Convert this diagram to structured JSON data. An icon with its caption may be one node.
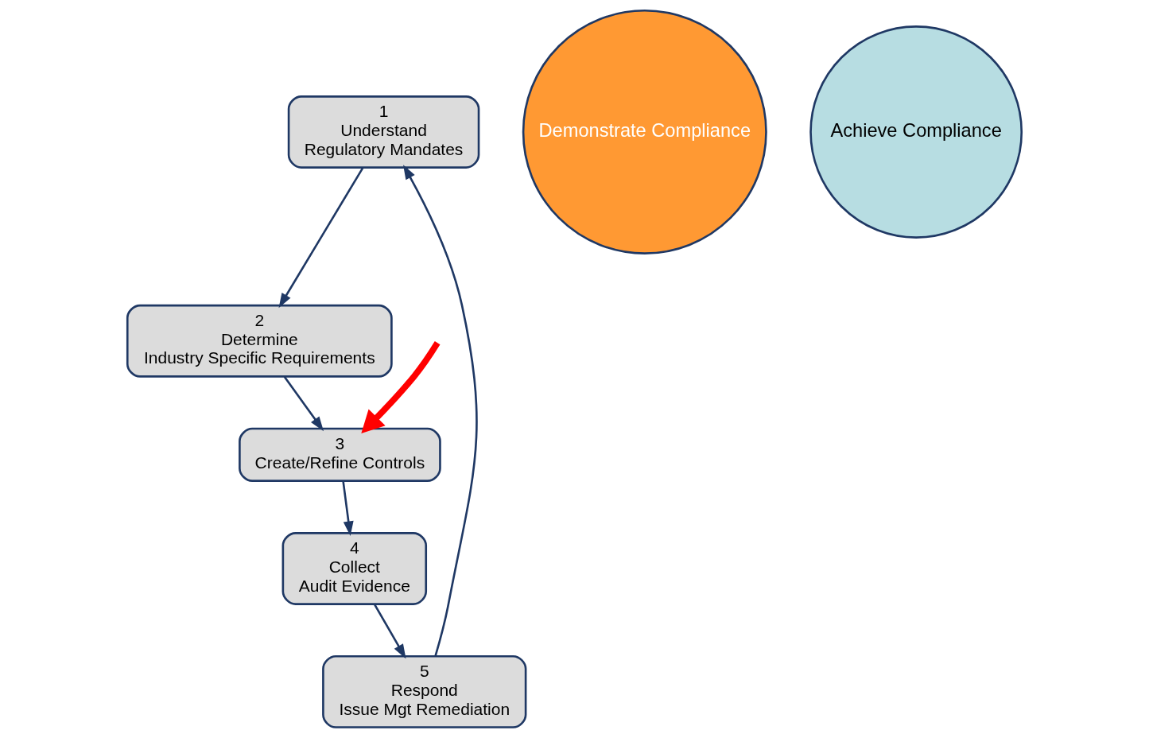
{
  "diagram": {
    "nodes": [
      {
        "text": [
          "1",
          "Understand",
          "Regulatory Mandates"
        ]
      },
      {
        "text": [
          "2",
          "Determine",
          "Industry Specific Requirements"
        ]
      },
      {
        "text": [
          "3",
          "Create/Refine Controls"
        ]
      },
      {
        "text": [
          "4",
          "Collect",
          "Audit Evidence"
        ]
      },
      {
        "text": [
          "5",
          "Respond",
          "Issue Mgt Remediation"
        ]
      },
      {
        "text": [
          "Demonstrate Compliance"
        ]
      },
      {
        "text": [
          "Achieve Compliance"
        ]
      }
    ],
    "edges": [
      {
        "from": 0,
        "to": 1,
        "arrow": "to"
      },
      {
        "from": 1,
        "to": 2,
        "arrow": "to"
      },
      {
        "from": 2,
        "to": 3,
        "arrow": "to"
      },
      {
        "from": 3,
        "to": 4,
        "arrow": "to"
      },
      {
        "from": 4,
        "to": 0,
        "arrow": "to"
      },
      {
        "from": null,
        "to": 2,
        "arrow": "to",
        "style": "thick",
        "color": "#ff0000"
      }
    ]
  }
}
